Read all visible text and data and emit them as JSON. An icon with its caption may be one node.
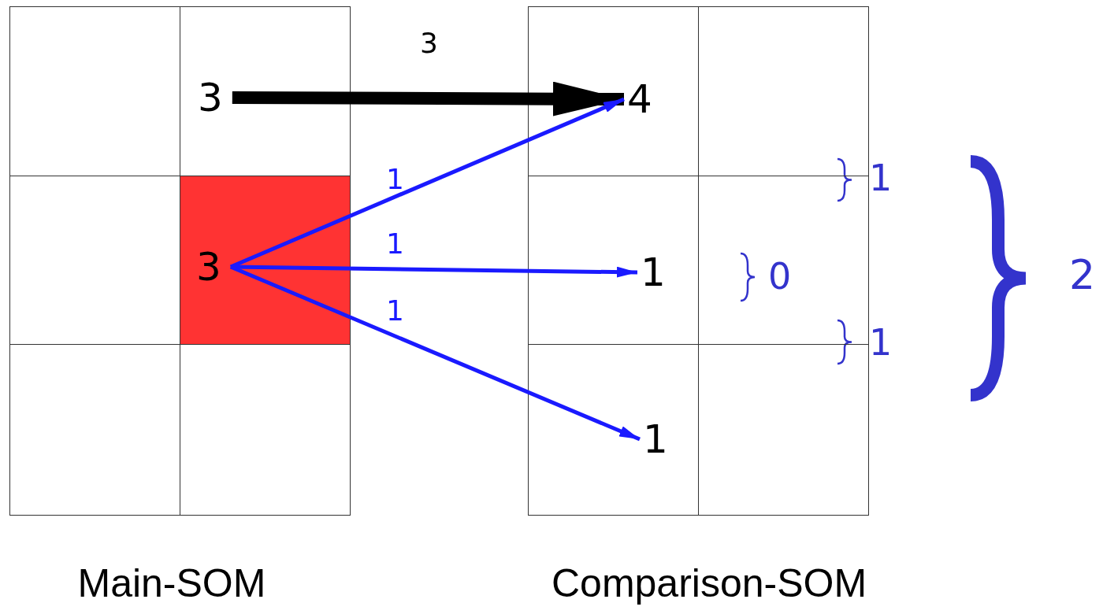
{
  "diagram": {
    "nodes": [
      {
        "text": [
          "Main-SOM"
        ]
      },
      {
        "text": [],
        "shape": "box",
        "in": 0
      },
      {
        "text": [
          "3"
        ],
        "in": 0
      },
      {
        "text": [],
        "shape": "box",
        "in": 0
      },
      {
        "text": [
          "3"
        ],
        "in": 0
      },
      {
        "text": [],
        "shape": "box",
        "in": 0
      },
      {
        "text": [],
        "shape": "box",
        "in": 0
      },
      {
        "text": [
          "Comparison-SOM"
        ]
      },
      {
        "text": [
          "4"
        ],
        "in": 7
      },
      {
        "text": [],
        "shape": "box",
        "in": 7
      },
      {
        "text": [
          "1"
        ],
        "in": 7
      },
      {
        "text": [],
        "shape": "box",
        "in": 7
      },
      {
        "text": [
          "1"
        ],
        "in": 7
      },
      {
        "text": [],
        "shape": "box",
        "in": 7
      }
    ],
    "edges": [
      {
        "from": 2,
        "to": 8,
        "arrow": "to",
        "label": "3",
        "style": "thick",
        "color": "#000000"
      },
      {
        "from": 4,
        "to": 8,
        "arrow": "to",
        "label": "1"
      },
      {
        "from": 4,
        "to": 10,
        "arrow": "to",
        "label": "1"
      },
      {
        "from": 4,
        "to": 12,
        "arrow": "to",
        "label": "1"
      }
    ],
    "labels": [
      "1",
      "0",
      "2",
      "1"
    ]
  }
}
